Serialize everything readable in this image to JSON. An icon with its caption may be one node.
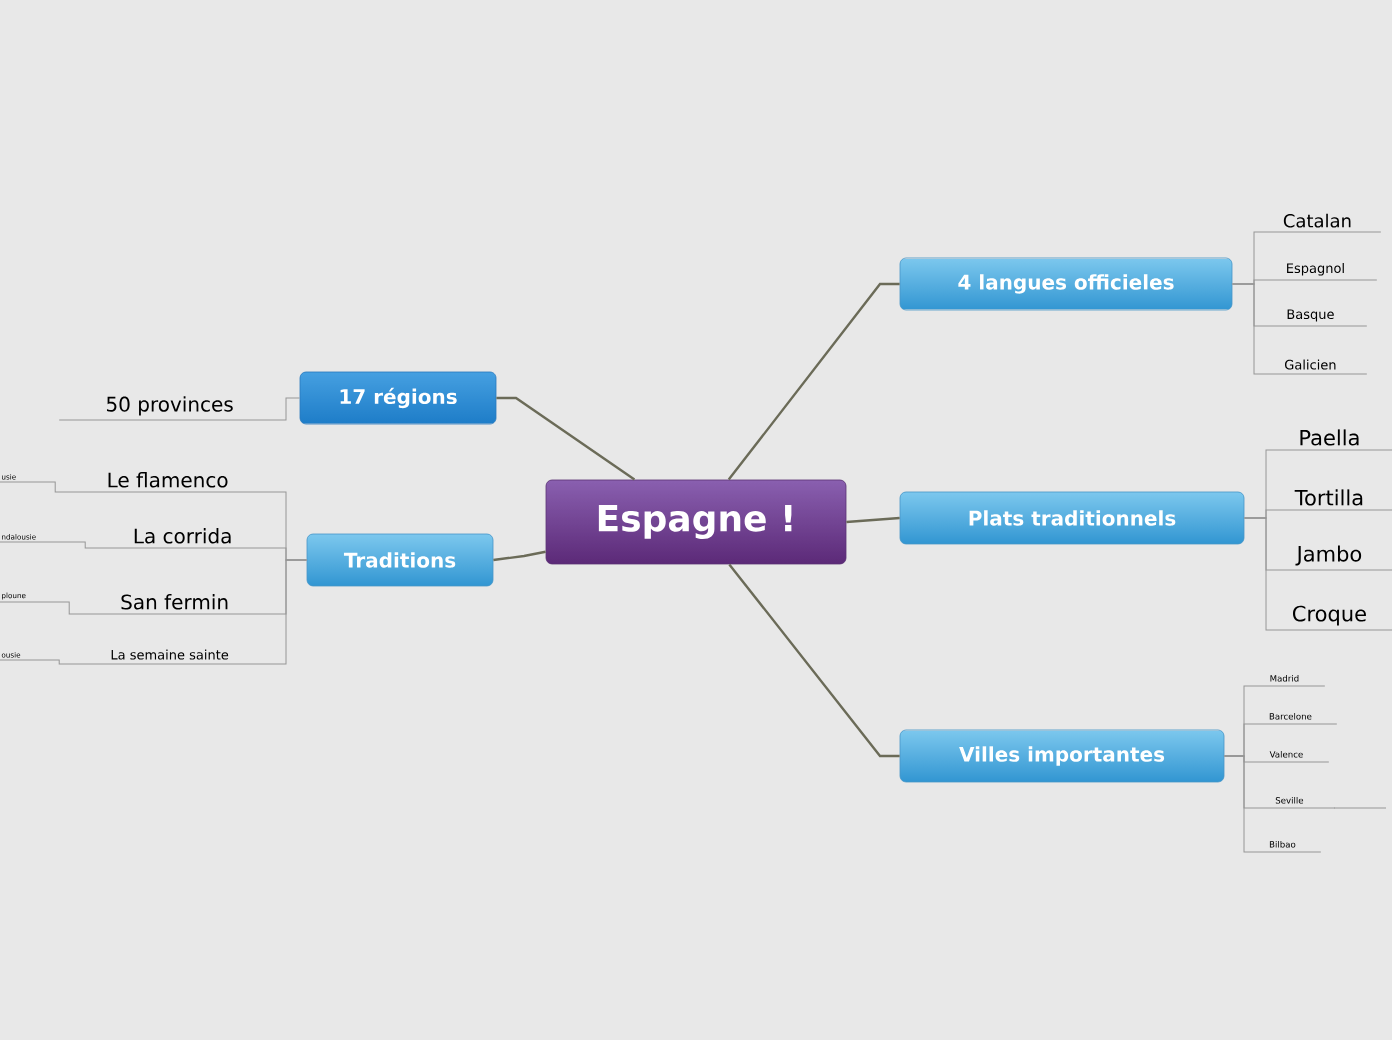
{
  "diagram": {
    "nodes": [
      {
        "text": [
          "Espagne !"
        ]
      },
      {
        "text": [
          "17 régions"
        ]
      },
      {
        "text": [
          "50 provinces"
        ]
      },
      {
        "text": [
          "Traditions"
        ]
      },
      {
        "text": [
          "Le flamenco"
        ]
      },
      {
        "text": [
          "La corrida"
        ]
      },
      {
        "text": [
          "San fermin"
        ]
      },
      {
        "text": [
          "La semaine sainte"
        ]
      },
      {
        "text": [
          "usie"
        ]
      },
      {
        "text": [
          "ndalousie"
        ]
      },
      {
        "text": [
          "ploune"
        ]
      },
      {
        "text": [
          "ousie"
        ]
      },
      {
        "text": [
          "4 langues officieles"
        ]
      },
      {
        "text": [
          "Catalan"
        ]
      },
      {
        "text": [
          "Espagnol"
        ]
      },
      {
        "text": [
          "Basque"
        ]
      },
      {
        "text": [
          "Galicien"
        ]
      },
      {
        "text": [
          "Plats traditionnels"
        ]
      },
      {
        "text": [
          "Paella"
        ]
      },
      {
        "text": [
          "Tortilla"
        ]
      },
      {
        "text": [
          "Jambo"
        ]
      },
      {
        "text": [
          "Croque"
        ]
      },
      {
        "text": [
          "Villes importantes"
        ]
      },
      {
        "text": [
          "Madrid"
        ]
      },
      {
        "text": [
          "Barcelone"
        ]
      },
      {
        "text": [
          "Valence"
        ]
      },
      {
        "text": [
          "Seville"
        ]
      },
      {
        "text": [
          "Bilbao"
        ]
      }
    ],
    "edges": [
      {
        "from": 0,
        "to": 1,
        "arrow": "none",
        "color": "#6b6b58"
      },
      {
        "from": 0,
        "to": 3,
        "arrow": "none",
        "color": "#6b6b58"
      },
      {
        "from": 0,
        "to": 12,
        "arrow": "none",
        "color": "#6b6b58"
      },
      {
        "from": 0,
        "to": 17,
        "arrow": "none",
        "color": "#6b6b58"
      },
      {
        "from": 0,
        "to": 22,
        "arrow": "none",
        "color": "#6b6b58"
      },
      {
        "from": 1,
        "to": 2,
        "arrow": "none"
      },
      {
        "from": 3,
        "to": 4,
        "arrow": "none"
      },
      {
        "from": 3,
        "to": 5,
        "arrow": "none"
      },
      {
        "from": 3,
        "to": 6,
        "arrow": "none"
      },
      {
        "from": 3,
        "to": 7,
        "arrow": "none"
      },
      {
        "from": 4,
        "to": 8,
        "arrow": "none"
      },
      {
        "from": 5,
        "to": 9,
        "arrow": "none"
      },
      {
        "from": 6,
        "to": 10,
        "arrow": "none"
      },
      {
        "from": 7,
        "to": 11,
        "arrow": "none"
      },
      {
        "from": 12,
        "to": 13,
        "arrow": "none"
      },
      {
        "from": 12,
        "to": 14,
        "arrow": "none"
      },
      {
        "from": 12,
        "to": 15,
        "arrow": "none"
      },
      {
        "from": 12,
        "to": 16,
        "arrow": "none"
      },
      {
        "from": 17,
        "to": 18,
        "arrow": "none"
      },
      {
        "from": 17,
        "to": 19,
        "arrow": "none"
      },
      {
        "from": 17,
        "to": 20,
        "arrow": "none"
      },
      {
        "from": 17,
        "to": 21,
        "arrow": "none"
      },
      {
        "from": 22,
        "to": 23,
        "arrow": "none"
      },
      {
        "from": 22,
        "to": 24,
        "arrow": "none"
      },
      {
        "from": 22,
        "to": 25,
        "arrow": "none"
      },
      {
        "from": 22,
        "to": 26,
        "arrow": "none"
      },
      {
        "from": 22,
        "to": 27,
        "arrow": "none"
      }
    ]
  }
}
